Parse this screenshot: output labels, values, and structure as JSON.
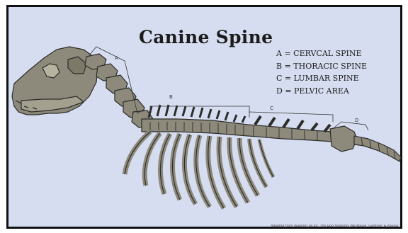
{
  "diagram": {
    "title": "Canine Spine",
    "legend": [
      "A = CERVCAL SPINE",
      "B = THORACIC SPINE",
      "C = LUMBAR SPINE",
      "D = PELVIC AREA"
    ],
    "bracket_labels": [
      "A",
      "B",
      "C",
      "D"
    ],
    "credit": "Adapted from diagram pg.44, The Dog Anatomy Workbook, Gardiner & Raynor"
  },
  "colors": {
    "background": "#d6ddf0",
    "bone": "#8d8a7c",
    "bone_outline": "#2c2c28",
    "frame": "#111111"
  }
}
